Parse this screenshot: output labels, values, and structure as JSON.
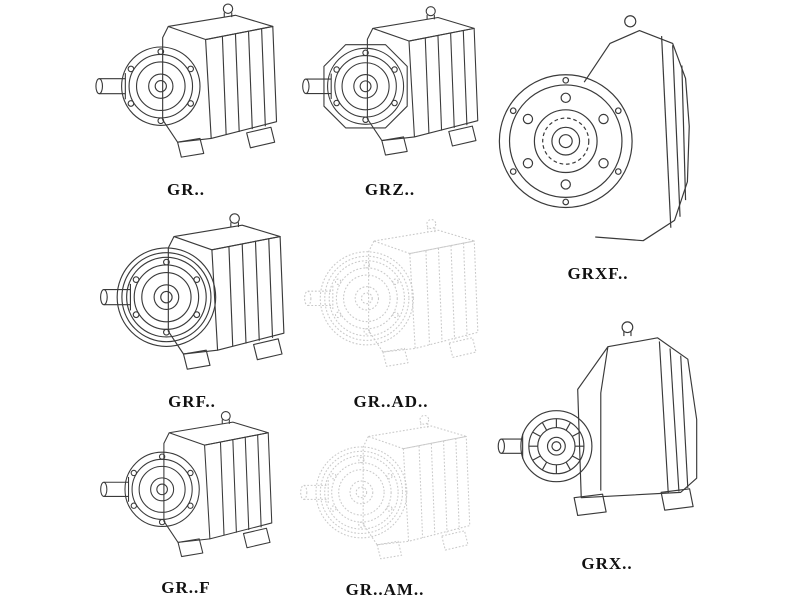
{
  "page": {
    "background": "#ffffff",
    "kind": "gear-reducer-catalog"
  },
  "colors": {
    "bg": "#ffffff",
    "ink": "#3a3a3a",
    "ink2": "#111111",
    "faint": "#c9c9c9"
  },
  "figures": {
    "gr": {
      "label": "GR.."
    },
    "grz": {
      "label": "GRZ.."
    },
    "grxf": {
      "label": "GRXF.."
    },
    "grf": {
      "label": "GRF.."
    },
    "grad": {
      "label": "GR..AD.."
    },
    "grff": {
      "label": "GR..F"
    },
    "gram": {
      "label": "GR..AM.."
    },
    "grx": {
      "label": "GRX.."
    }
  }
}
